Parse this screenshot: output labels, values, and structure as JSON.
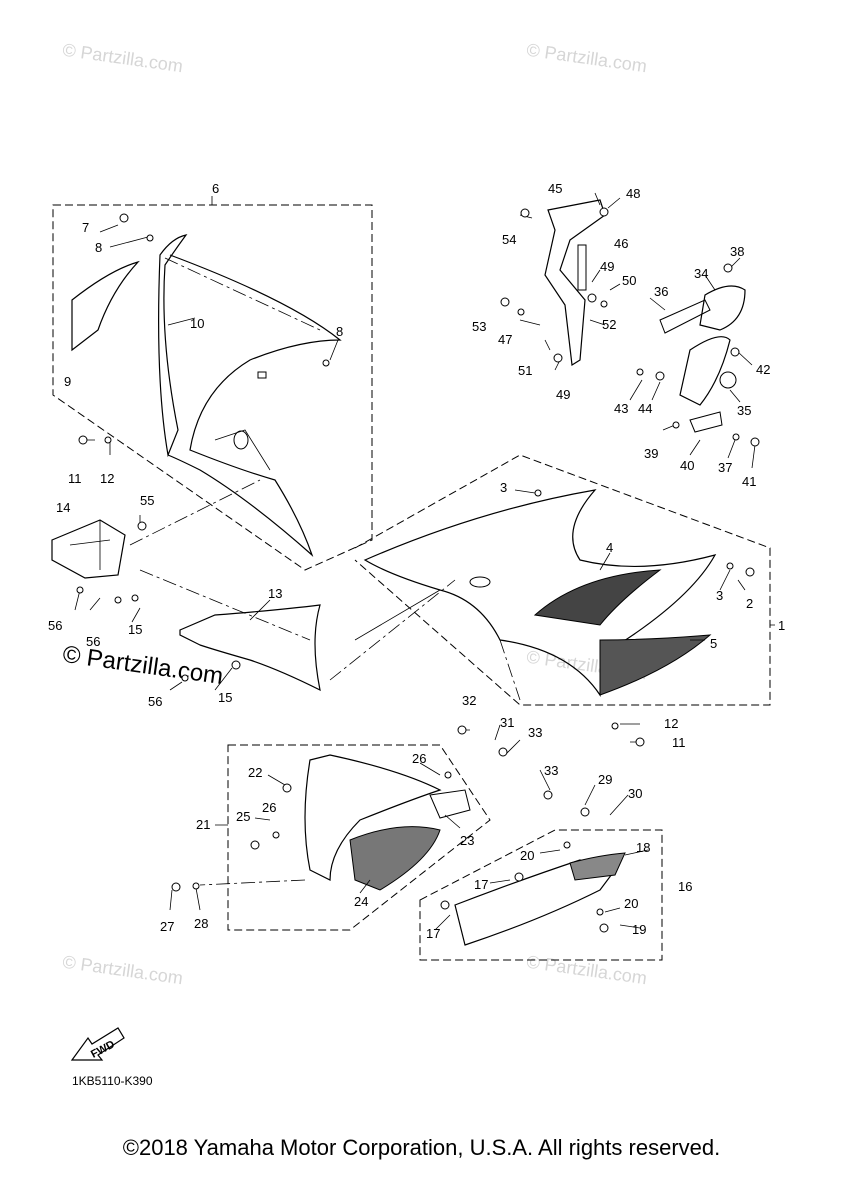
{
  "watermark": "© Partzilla.com",
  "diagram_code": "1KB5110-K390",
  "fwd_label": "FWD",
  "copyright": "©2018 Yamaha Motor Corporation, U.S.A. All rights reserved.",
  "callouts": [
    "1",
    "2",
    "3",
    "3",
    "4",
    "5",
    "6",
    "7",
    "8",
    "8",
    "9",
    "10",
    "11",
    "11",
    "12",
    "12",
    "13",
    "14",
    "15",
    "15",
    "16",
    "17",
    "17",
    "18",
    "19",
    "20",
    "20",
    "21",
    "22",
    "23",
    "24",
    "25",
    "26",
    "26",
    "27",
    "28",
    "29",
    "30",
    "31",
    "32",
    "33",
    "33",
    "34",
    "35",
    "36",
    "37",
    "38",
    "39",
    "40",
    "41",
    "42",
    "43",
    "44",
    "45",
    "46",
    "47",
    "48",
    "49",
    "49",
    "50",
    "51",
    "52",
    "53",
    "54",
    "55",
    "56",
    "56",
    "56"
  ]
}
